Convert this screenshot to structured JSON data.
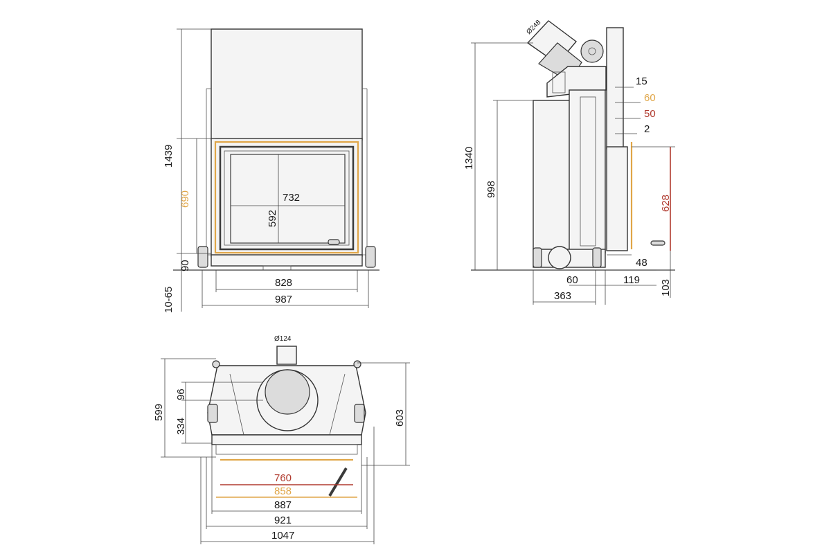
{
  "colors": {
    "line": "#3a3a3a",
    "gold": "#e0a648",
    "red": "#b03a2e"
  },
  "front": {
    "total_height": "1439",
    "glass_height": "690",
    "base_height": "90",
    "feet": "10-65",
    "glass_width": "732",
    "opening_height": "592",
    "inner_width": "828",
    "outer_width": "987"
  },
  "side": {
    "flue_diameter": "Ø248",
    "total_height": "1340",
    "mid_height": "998",
    "d15": "15",
    "d60_gold": "60",
    "d50_red": "50",
    "d2": "2",
    "d628_red": "628",
    "d48": "48",
    "d60": "60",
    "d119": "119",
    "d103": "103",
    "depth": "363"
  },
  "top": {
    "flue_diameter": "Ø124",
    "d96": "96",
    "d334": "334",
    "depth_left": "599",
    "depth_right": "603",
    "w760_red": "760",
    "w858_gold": "858",
    "w887": "887",
    "w921": "921",
    "w1047": "1047"
  }
}
